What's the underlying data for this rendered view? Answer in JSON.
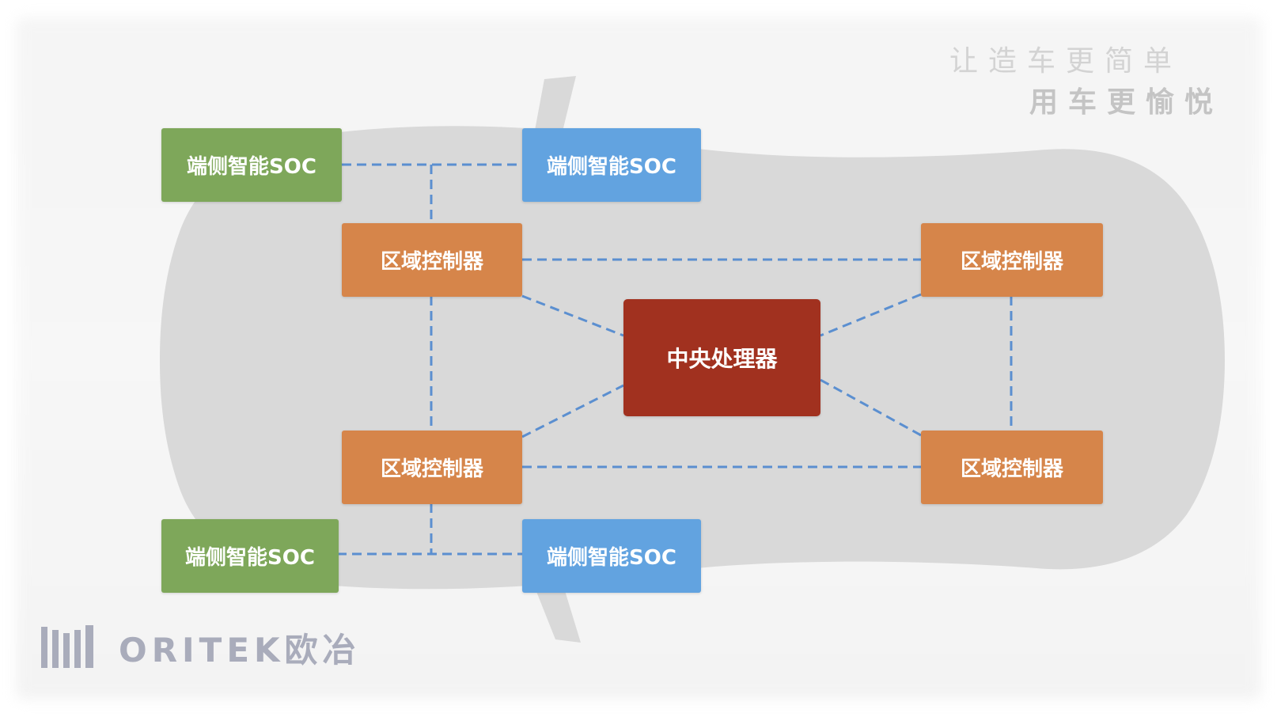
{
  "slogan": {
    "line1": "让造车更简单",
    "line2": "用车更愉悦"
  },
  "nodes": {
    "soc_top_left": "端侧智能SOC",
    "soc_top_right": "端侧智能SOC",
    "soc_bottom_left": "端侧智能SOC",
    "soc_bottom_right": "端侧智能SOC",
    "zone_top_left": "区域控制器",
    "zone_top_right": "区域控制器",
    "zone_bottom_left": "区域控制器",
    "zone_bottom_right": "区域控制器",
    "central": "中央处理器"
  },
  "logo": {
    "text": "ORITEK欧冶"
  },
  "colors": {
    "soc_green": "#7ea75a",
    "soc_blue": "#62a3e0",
    "zone_orange": "#d6854a",
    "central_red": "#a1311f",
    "connector_blue": "#5b8fd0",
    "car_body_gray": "#d9d9d9",
    "logo_gray": "#a9acbb"
  }
}
